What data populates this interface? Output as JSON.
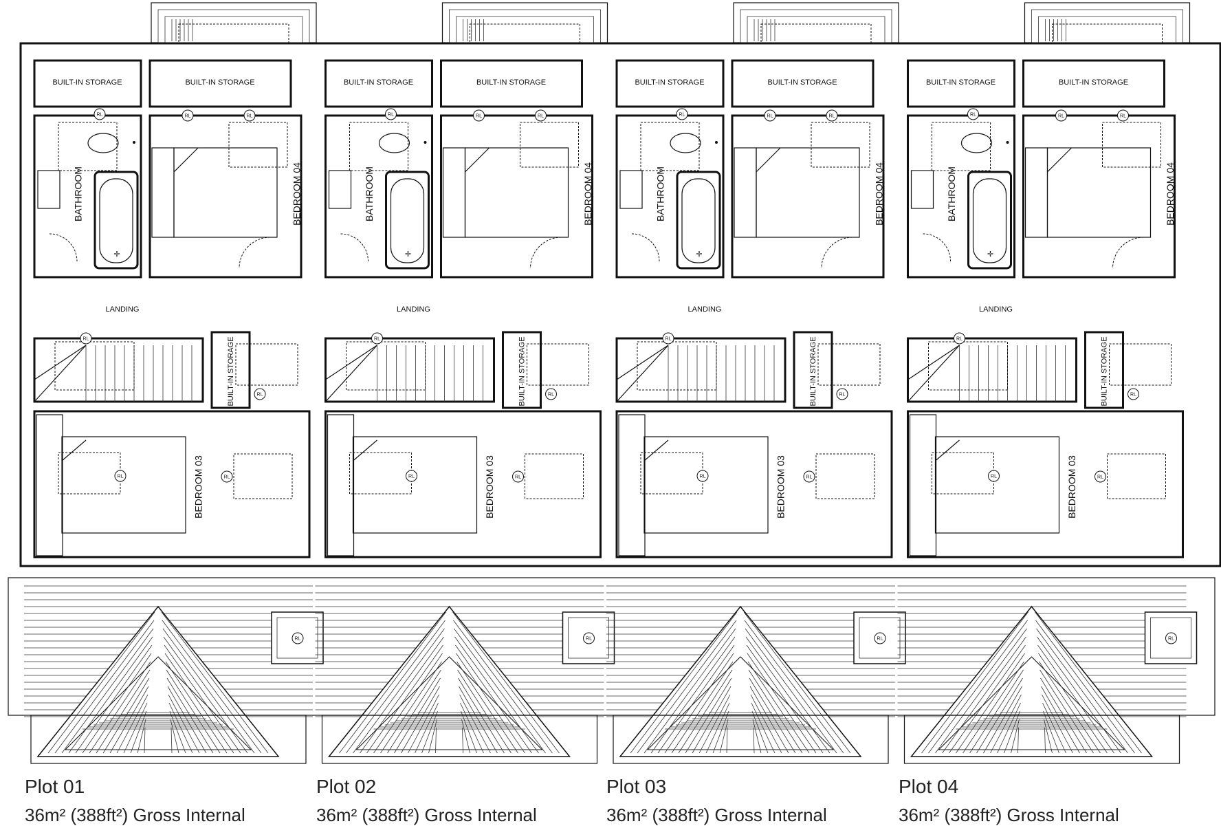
{
  "labels": {
    "built_in_storage": "BUILT-IN STORAGE",
    "bathroom": "BATHROOM",
    "bedroom_04": "BEDROOM 04",
    "bedroom_03": "BEDROOM 03",
    "landing": "LANDING",
    "rooflight": "RL"
  },
  "plots": [
    {
      "name": "Plot 01",
      "area": "36m² (388ft²) Gross Internal"
    },
    {
      "name": "Plot 02",
      "area": "36m² (388ft²) Gross Internal"
    },
    {
      "name": "Plot 03",
      "area": "36m² (388ft²) Gross Internal"
    },
    {
      "name": "Plot 04",
      "area": "36m² (388ft²) Gross Internal"
    }
  ]
}
